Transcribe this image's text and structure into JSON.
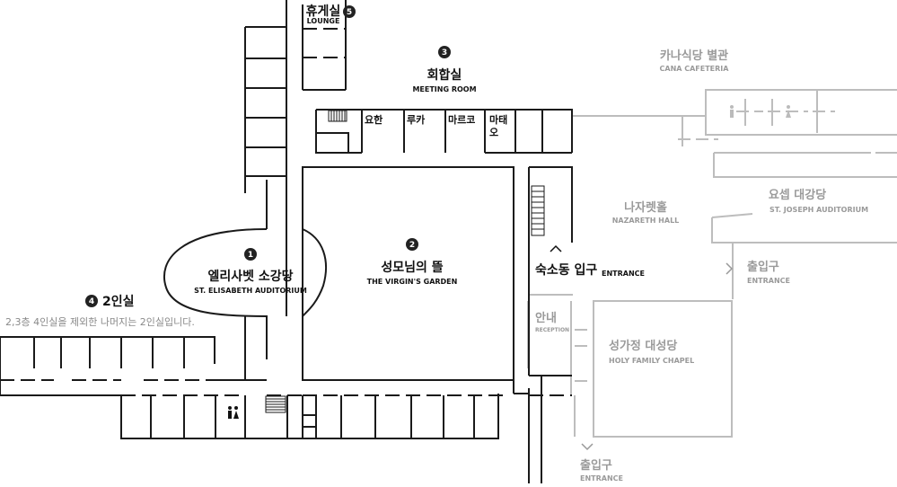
{
  "lounge": {
    "name": "휴게실",
    "eng": "LOUNGE",
    "badge": "5"
  },
  "meeting": {
    "name": "회합실",
    "eng": "MEETING ROOM",
    "badge": "3"
  },
  "meeting_rooms": [
    "요한",
    "루카",
    "마르코",
    "마태",
    "오"
  ],
  "cana": {
    "name": "카나식당 별관",
    "eng": "CANA CAFETERIA"
  },
  "nazareth": {
    "name": "나자렛홀",
    "eng": "NAZARETH HALL"
  },
  "joseph": {
    "name": "요셉 대강당",
    "eng": "ST. JOSEPH AUDITORIUM"
  },
  "elisabeth": {
    "name": "엘리사벳 소강당",
    "eng": "ST. ELISABETH AUDITORIUM",
    "badge": "1"
  },
  "garden": {
    "name": "성모님의 뜰",
    "eng": "THE VIRGIN'S GARDEN",
    "badge": "2"
  },
  "dorm_entrance": {
    "name": "숙소동 입구",
    "eng": "ENTRANCE"
  },
  "exit_right": {
    "name": "출입구",
    "eng": "ENTRANCE"
  },
  "exit_bottom": {
    "name": "출입구",
    "eng": "ENTRANCE"
  },
  "reception": {
    "name": "안내",
    "eng": "RECEPTION"
  },
  "chapel": {
    "name": "성가정 대성당",
    "eng": "HOLY FAMILY CHAPEL"
  },
  "two_person": {
    "name": "2인실",
    "badge": "4",
    "note": "2,3층 4인실을 제외한 나머지는 2인실입니다."
  },
  "icons": [
    "restroom-icon",
    "stairs-icon",
    "chevron-up-icon",
    "chevron-right-icon",
    "chevron-down-icon"
  ]
}
